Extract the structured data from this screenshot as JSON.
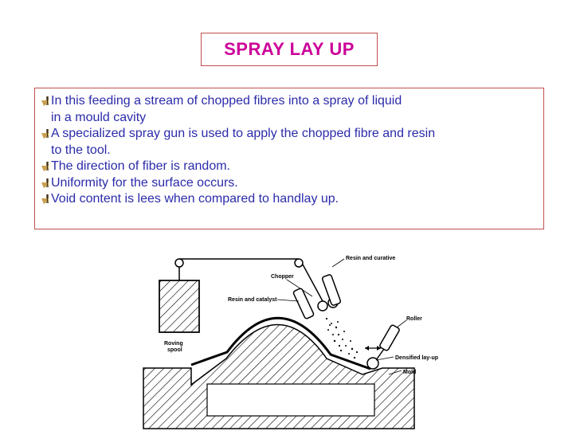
{
  "title": "SPRAY LAY UP",
  "bullets": [
    "In this feeding a stream of chopped fibres into a spray of liquid\nin a mould cavity",
    "A specialized spray gun is used to apply the chopped fibre and resin\nto the tool.",
    "The direction of fiber is random.",
    "Uniformity for the surface occurs.",
    "Void content is lees when compared to handlay up."
  ],
  "diagram": {
    "labels": {
      "resin_curative": "Resin and curative",
      "chopper": "Chopper",
      "resin_catalyst": "Resin and catalyst",
      "roller": "Roller",
      "roving": "Roving",
      "spool": "spool",
      "densified": "Densified lay-up",
      "mold": "Mold"
    }
  },
  "colors": {
    "title": "#cc0099",
    "text": "#2b2bab",
    "border": "#c0504d"
  }
}
